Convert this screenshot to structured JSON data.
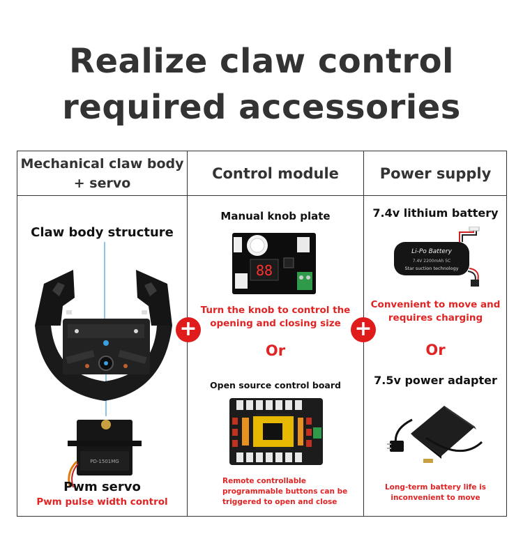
{
  "title": {
    "line1": "Realize claw control",
    "line2": "required accessories"
  },
  "columns": [
    {
      "header_line1": "Mechanical claw body",
      "header_line2": "+ servo"
    },
    {
      "header": "Control module"
    },
    {
      "header": "Power supply"
    }
  ],
  "claw": {
    "structure_label": "Claw body structure",
    "servo_label": "Pwm servo",
    "servo_desc": "Pwm pulse width control",
    "servo_marking": "PD-1501MG"
  },
  "control": {
    "knob_label": "Manual knob plate",
    "knob_desc_line1": "Turn the knob to control the",
    "knob_desc_line2": "opening and closing size",
    "or": "Or",
    "board_label": "Open source control board",
    "board_desc_line1": "Remote controllable",
    "board_desc_line2": "programmable buttons can be",
    "board_desc_line3": "triggered to open and close"
  },
  "power": {
    "battery_label": "7.4v lithium battery",
    "battery_brand": "Li-Po   Battery",
    "battery_spec": "7.4V 2200mAh  5C",
    "battery_maker": "Star suction technology",
    "battery_desc_line1": "Convenient to move and",
    "battery_desc_line2": "requires charging",
    "or": "Or",
    "adapter_label": "7.5v power adapter",
    "adapter_desc_line1": "Long-term battery life is",
    "adapter_desc_line2": "inconvenient to move"
  },
  "plus_sign": "+",
  "colors": {
    "accent_red": "#e02424",
    "text_dark": "#333333",
    "plus_bg": "#e01b1b"
  },
  "icons": [
    "claw-illustration",
    "servo-illustration",
    "knob-board-illustration",
    "control-board-illustration",
    "battery-illustration",
    "adapter-illustration",
    "plus-icon"
  ]
}
